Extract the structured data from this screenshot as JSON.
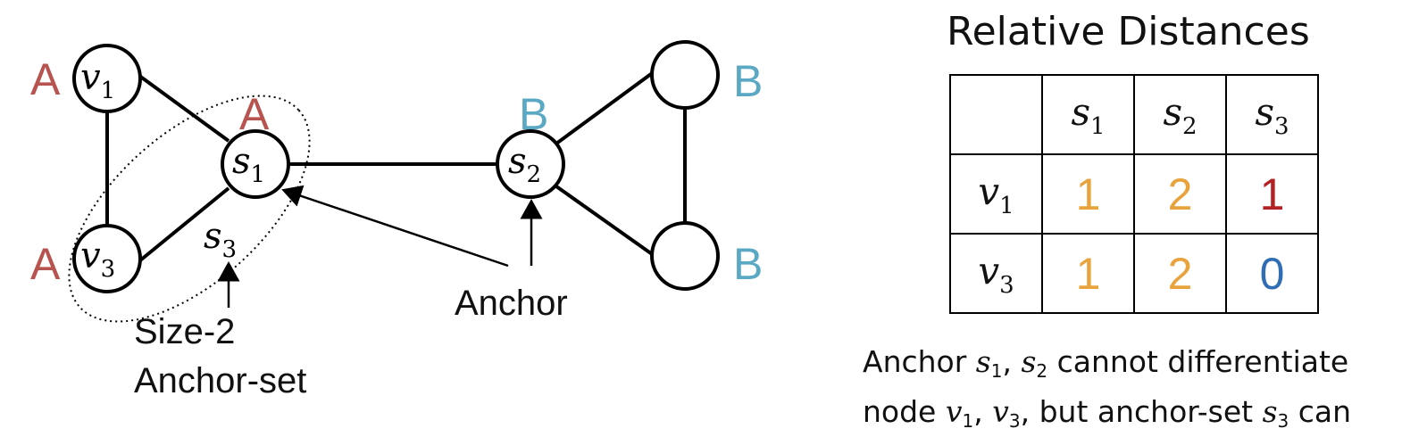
{
  "graph": {
    "nodes": [
      {
        "id": "v1",
        "var": "v",
        "sub": "1",
        "group": "A"
      },
      {
        "id": "s1",
        "var": "s",
        "sub": "1",
        "group": "A"
      },
      {
        "id": "v3",
        "var": "v",
        "sub": "3",
        "group": "A"
      },
      {
        "id": "s2",
        "var": "s",
        "sub": "2",
        "group": "B"
      },
      {
        "id": "top-right",
        "var": "",
        "sub": "",
        "group": "B"
      },
      {
        "id": "bottom-right",
        "var": "",
        "sub": "",
        "group": "B"
      }
    ],
    "edges": [
      [
        "v1",
        "s1"
      ],
      [
        "v1",
        "v3"
      ],
      [
        "v3",
        "s1"
      ],
      [
        "s1",
        "s2"
      ],
      [
        "s2",
        "top-right"
      ],
      [
        "s2",
        "bottom-right"
      ],
      [
        "top-right",
        "bottom-right"
      ]
    ],
    "anchor_set_label": {
      "var": "s",
      "sub": "3"
    },
    "anchor_label": "Anchor",
    "anchor_set_caption_line1": "Size-2",
    "anchor_set_caption_line2": "Anchor-set",
    "group_colors": {
      "A": "#b85450",
      "B": "#5ba8c4"
    }
  },
  "table": {
    "title": "Relative Distances",
    "columns": [
      {
        "var": "s",
        "sub": "1"
      },
      {
        "var": "s",
        "sub": "2"
      },
      {
        "var": "s",
        "sub": "3"
      }
    ],
    "rows": [
      {
        "var": "v",
        "sub": "1",
        "values": [
          "1",
          "2",
          "1"
        ],
        "colors": [
          "#e8a33d",
          "#e8a33d",
          "#b22222"
        ]
      },
      {
        "var": "v",
        "sub": "3",
        "values": [
          "1",
          "2",
          "0"
        ],
        "colors": [
          "#e8a33d",
          "#e8a33d",
          "#2f6db5"
        ]
      }
    ]
  },
  "caption": {
    "line1_a": "Anchor ",
    "line1_b": ", ",
    "line1_c": " cannot differentiate",
    "line2_a": "node ",
    "line2_b": ", ",
    "line2_c": ", but anchor-set ",
    "line2_d": " can",
    "s": "s",
    "v": "v",
    "sub1": "1",
    "sub2": "2",
    "sub3": "3"
  }
}
